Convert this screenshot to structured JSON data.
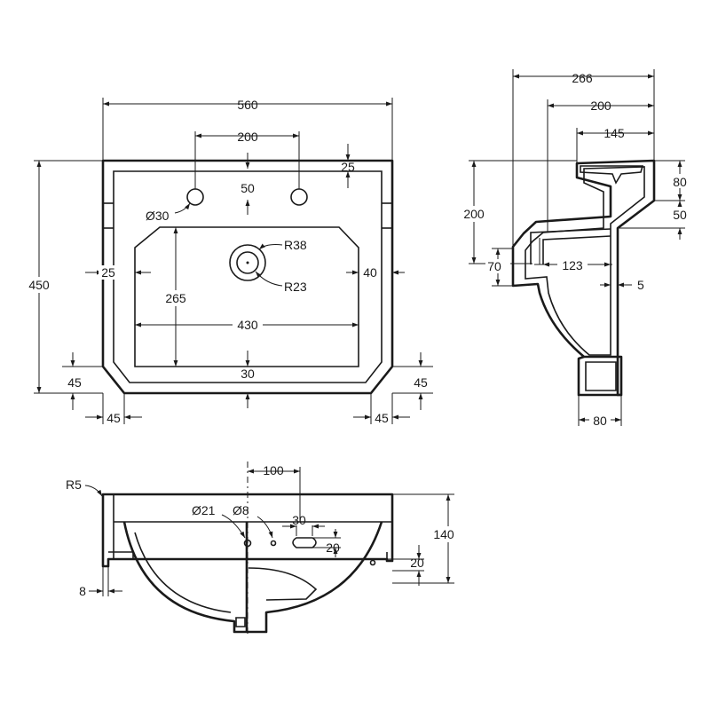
{
  "plan_view": {
    "width": "560",
    "tap_centres": "200",
    "top_margin": "25",
    "hole_offset": "50",
    "tap_hole_diameter": "Ø30",
    "depth": "450",
    "waste_outer_radius": "R38",
    "waste_inner_radius": "R23",
    "bowl_depth": "265",
    "bowl_width": "430",
    "left_margin": "25",
    "right_margin": "40",
    "front_margin": "30",
    "chamfer_left_v": "45",
    "chamfer_right_v": "45",
    "chamfer_left_h": "45",
    "chamfer_right_h": "45"
  },
  "side_view": {
    "overall_depth": "266",
    "depth_200": "200",
    "depth_145": "145",
    "height_200": "200",
    "height_80": "80",
    "height_50": "50",
    "height_70": "70",
    "overflow_length": "123",
    "wall_5": "5",
    "base_80": "80"
  },
  "front_view": {
    "corner_radius": "R5",
    "waste_offset": "100",
    "waste_diameter": "Ø21",
    "overflow_diameter": "Ø8",
    "slot_width": "30",
    "slot_height": "20",
    "height_140": "140",
    "height_20": "20",
    "thickness_8": "8"
  }
}
